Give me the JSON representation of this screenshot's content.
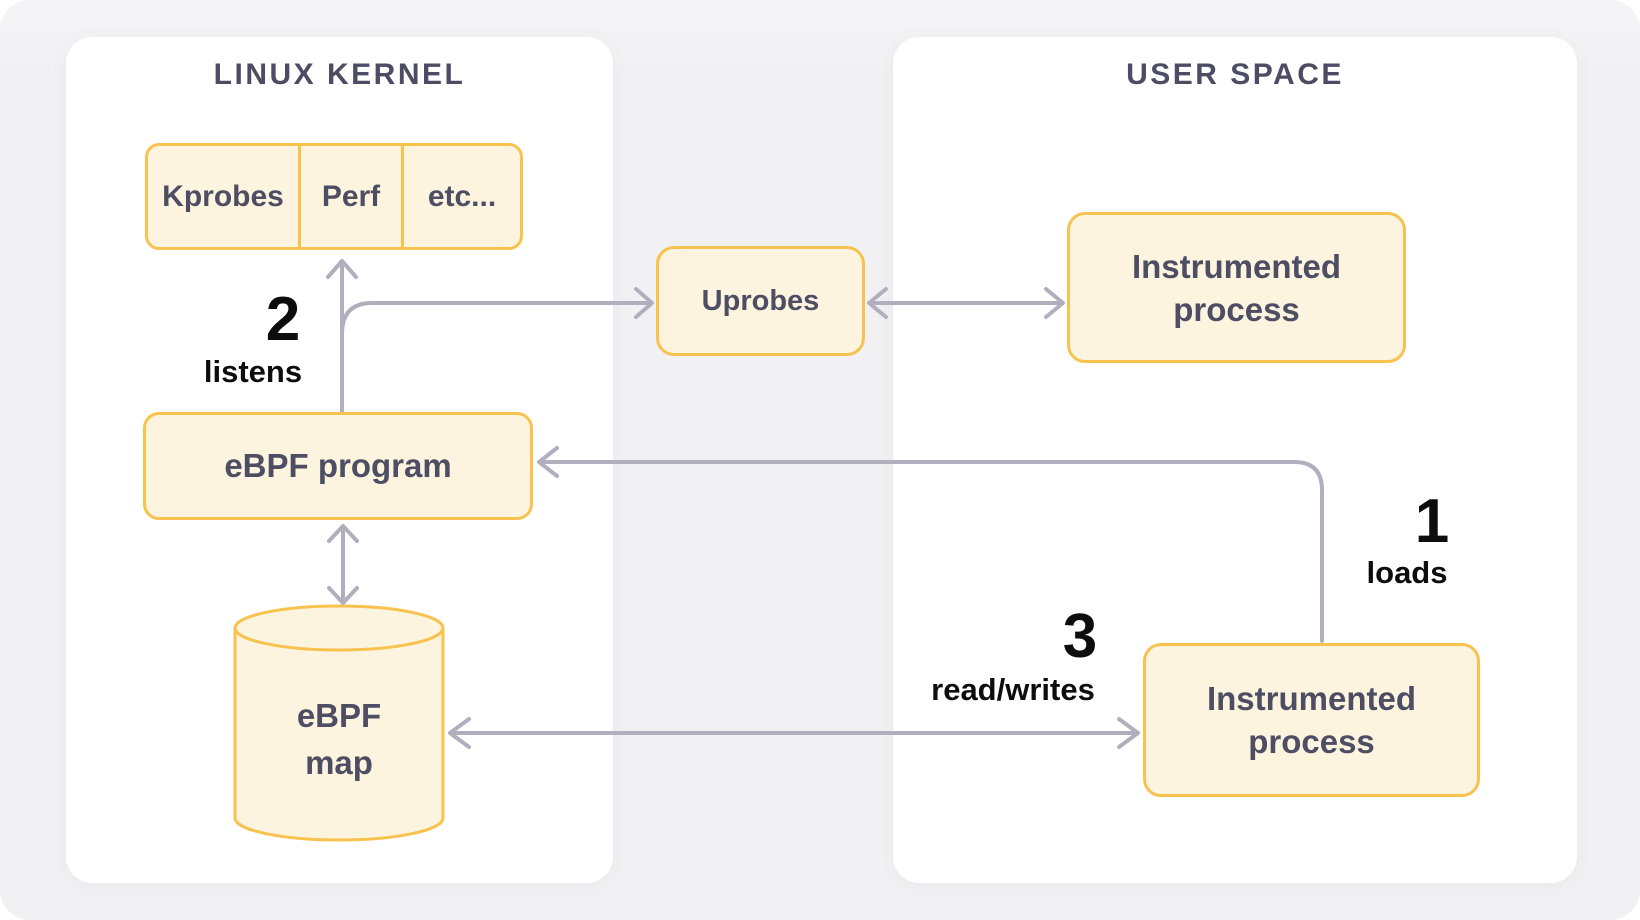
{
  "colors": {
    "canvas_bg": "#f1f1f4",
    "panel_bg": "#ffffff",
    "node_fill": "#fdf4df",
    "node_border": "#f7c34e",
    "node_text": "#4d4d63",
    "title_text": "#4c4c64",
    "arrow": "#b1afbe",
    "annotation_text": "#0d0d0f"
  },
  "panels": {
    "kernel": {
      "title": "LINUX KERNEL"
    },
    "user_space": {
      "title": "USER SPACE"
    }
  },
  "nodes": {
    "probe_row": {
      "cells": [
        {
          "label": "Kprobes"
        },
        {
          "label": "Perf"
        },
        {
          "label": "etc..."
        }
      ]
    },
    "uprobes": {
      "label": "Uprobes"
    },
    "ebpf_program": {
      "label": "eBPF program"
    },
    "ebpf_map": {
      "line1": "eBPF",
      "line2": "map"
    },
    "instrumented_process_top": {
      "line1": "Instrumented",
      "line2": "process"
    },
    "instrumented_process_bottom": {
      "line1": "Instrumented",
      "line2": "process"
    }
  },
  "annotations": {
    "loads": {
      "number": "1",
      "label": "loads"
    },
    "listens": {
      "number": "2",
      "label": "listens"
    },
    "read_writes": {
      "number": "3",
      "label": "read/writes"
    }
  }
}
